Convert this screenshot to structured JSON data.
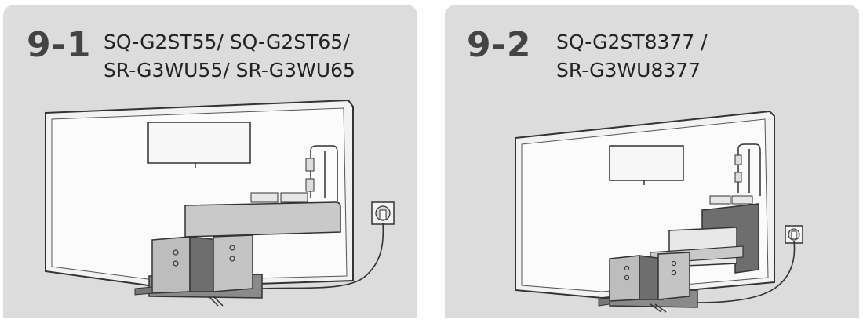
{
  "sections": [
    {
      "step": "9-1",
      "models": [
        "SQ-G2ST55/ SQ-G2ST65/",
        "SR-G3WU55/ SR-G3WU65"
      ]
    },
    {
      "step": "9-2",
      "models": [
        "SQ-G2ST8377 /",
        "SR-G3WU8377"
      ]
    }
  ],
  "icons": [
    "tv-back-illustration",
    "speaker-stand-illustration",
    "wall-outlet-icon",
    "power-cable"
  ]
}
